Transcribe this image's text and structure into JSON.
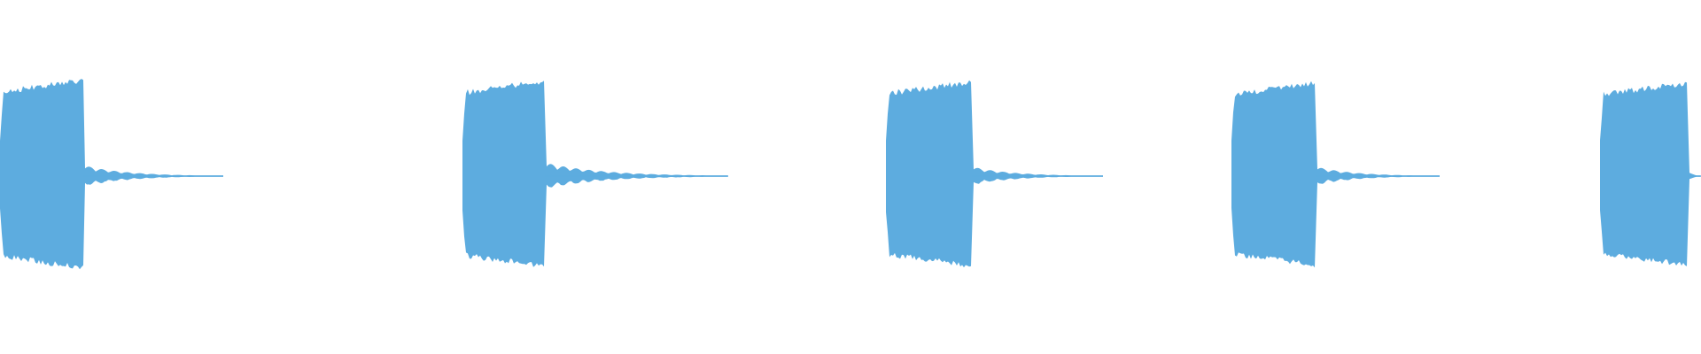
{
  "waveform": {
    "color": "#5dacdf",
    "background": "#ffffff",
    "segments": [
      {
        "burst_level": 0.98,
        "tail_level": 0.08
      },
      {
        "burst_level": 0.97,
        "tail_level": 0.1
      },
      {
        "burst_level": 0.96,
        "tail_level": 0.07
      },
      {
        "burst_level": 0.95,
        "tail_level": 0.07
      },
      {
        "burst_level": 0.95,
        "tail_level": 0.05
      }
    ]
  }
}
